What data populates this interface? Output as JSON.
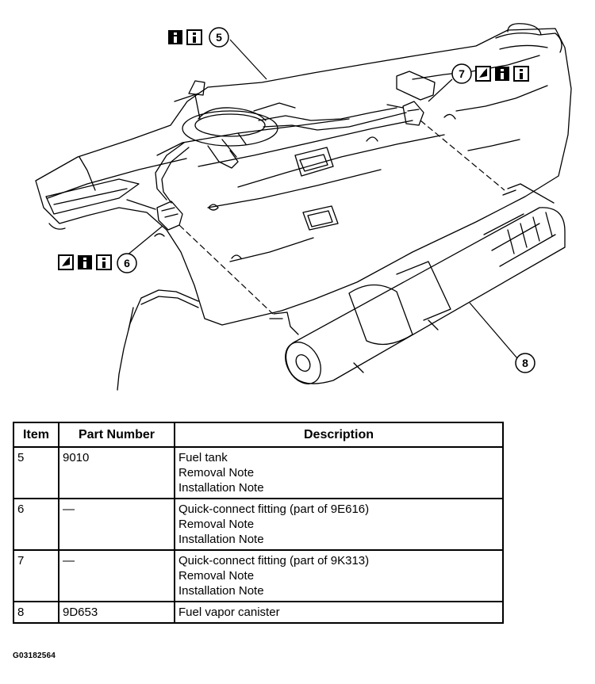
{
  "callouts": {
    "c5": "5",
    "c6": "6",
    "c7": "7",
    "c8": "8"
  },
  "icons": {
    "c5": [
      "info-icon-solid",
      "info-icon-outline"
    ],
    "c6": [
      "wrench-icon",
      "info-icon-solid",
      "info-icon-outline"
    ],
    "c7": [
      "wrench-icon",
      "info-icon-solid",
      "info-icon-outline"
    ]
  },
  "table": {
    "headers": [
      "Item",
      "Part Number",
      "Description"
    ],
    "rows": [
      {
        "item": "5",
        "part": "9010",
        "desc": [
          "Fuel tank",
          "Removal Note",
          "Installation Note"
        ]
      },
      {
        "item": "6",
        "part": "—",
        "desc": [
          "Quick-connect fitting (part of 9E616)",
          "Removal Note",
          "Installation Note"
        ]
      },
      {
        "item": "7",
        "part": "—",
        "desc": [
          "Quick-connect fitting (part of 9K313)",
          "Removal Note",
          "Installation Note"
        ]
      },
      {
        "item": "8",
        "part": "9D653",
        "desc": [
          "Fuel vapor canister"
        ]
      }
    ]
  },
  "figure_id": "G03182564"
}
